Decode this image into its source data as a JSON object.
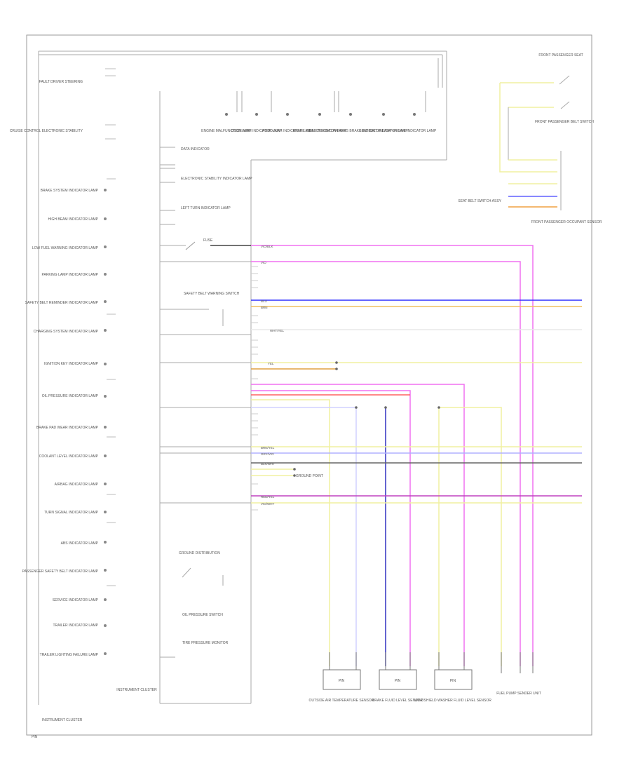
{
  "diagram": {
    "cluster_label": "INSTRUMENT CLUSTER",
    "pin_label": "PIN",
    "warning_lamps": [
      "FAULT DRIVER STEERING",
      "CRUISE CONTROL ELECTRONIC STABILITY",
      "BRAKE SYSTEM INDICATOR LAMP",
      "HIGH BEAM INDICATOR LAMP",
      "LOW FUEL WARNING INDICATOR LAMP",
      "PARKING LAMP INDICATOR LAMP",
      "SAFETY BELT REMINDER INDICATOR LAMP",
      "CHARGING SYSTEM INDICATOR LAMP",
      "IGNITION KEY INDICATOR LAMP",
      "OIL PRESSURE INDICATOR LAMP",
      "BRAKE PAD WEAR INDICATOR LAMP",
      "COOLANT LEVEL INDICATOR LAMP",
      "AIRBAG INDICATOR LAMP",
      "TURN SIGNAL INDICATOR LAMP",
      "ABS INDICATOR LAMP",
      "PASSENGER SAFETY BELT INDICATOR LAMP",
      "SERVICE INDICATOR LAMP",
      "TRAILER INDICATOR LAMP",
      "TRAILER LIGHTING FAILURE LAMP"
    ],
    "top_lamps": [
      "ENGINE MALFUNCTION LAMP",
      "DOOR AJAR INDICATOR LAMP",
      "HOOD AJAR INDICATOR LAMP",
      "BRAKE WEAR INDICATOR LAMP",
      "ELECTRONIC PARKING BRAKE INDICATOR LAMP",
      "SEAT BELT INDICATOR LAMP",
      "ENGINE INDICATOR LAMP"
    ],
    "inner_labels": [
      "DATA INDICATOR",
      "ELECTRONIC STABILITY INDICATOR LAMP",
      "LEFT TURN INDICATOR LAMP",
      "FUSE",
      "SAFETY BELT WARNING SWITCH",
      "GROUND DISTRIBUTION",
      "OIL PRESSURE SWITCH",
      "TIRE PRESSURE MONITOR",
      "GROUND POINT"
    ],
    "right_labels": [
      "FRONT PASSENGER SEAT",
      "FRONT PASSENGER BELT SWITCH",
      "SEAT BELT SWITCH ASSY",
      "FRONT PASSENGER OCCUPANT SENSOR"
    ],
    "wire_colors": [
      "VIO/BLK",
      "VIO",
      "BLU",
      "BRN",
      "WHT/YEL",
      "YEL",
      "BRN/YEL",
      "GRY/VIO",
      "BLK/WHT",
      "RED/YEL",
      "VIO/WHT"
    ],
    "sensors": [
      {
        "box": "PIN",
        "name": "OUTSIDE AIR TEMPERATURE SENSOR"
      },
      {
        "box": "PIN",
        "name": "BRAKE FLUID LEVEL SENSOR"
      },
      {
        "box": "PIN",
        "name": "WINDSHIELD WASHER FLUID LEVEL SENSOR"
      }
    ],
    "fuel_label": "FUEL PUMP SENDER UNIT"
  }
}
